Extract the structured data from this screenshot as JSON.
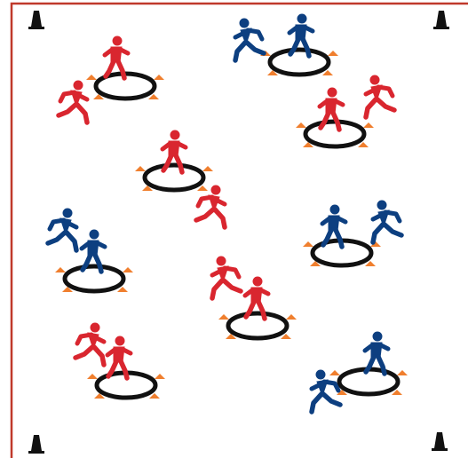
{
  "colors": {
    "boundary": "#c0392b",
    "corner_cone": "#111111",
    "marker_cone": "#f07f2e",
    "ring": "#111111",
    "red_team": "#d9262f",
    "blue_team": "#0d3f80"
  },
  "diagram": {
    "corner_cones": 4,
    "stations": [
      {
        "team": "red",
        "ring_player": "defending",
        "runner": "running"
      },
      {
        "team": "blue",
        "ring_player": "defending",
        "runner": "running"
      },
      {
        "team": "red",
        "ring_player": "defending",
        "runner": "running"
      },
      {
        "team": "red",
        "ring_player": "defending",
        "runner": "running"
      },
      {
        "team": "blue",
        "ring_player": "defending",
        "runner": "running"
      },
      {
        "team": "blue",
        "ring_player": "defending",
        "runner": "running"
      },
      {
        "team": "red",
        "ring_player": "defending",
        "runner": "running"
      },
      {
        "team": "red",
        "ring_player": "defending",
        "runner": "running"
      },
      {
        "team": "blue",
        "ring_player": "defending",
        "runner": "running"
      }
    ]
  }
}
